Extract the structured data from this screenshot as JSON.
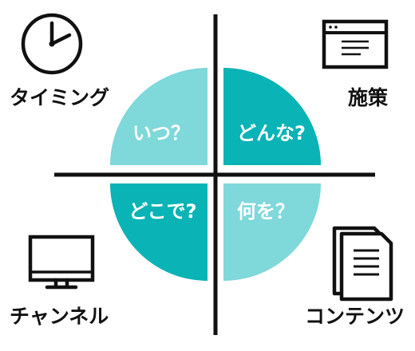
{
  "colors": {
    "light_teal": "#7fd8da",
    "dark_teal": "#0ab3b5",
    "ink": "#111111",
    "quadrant_text": "#ffffff"
  },
  "quadrants": {
    "top_left": {
      "label": "いつ？",
      "fill": "light"
    },
    "top_right": {
      "label": "どんな?",
      "fill": "dark"
    },
    "bottom_left": {
      "label": "どこで?",
      "fill": "dark"
    },
    "bottom_right": {
      "label": "何を？",
      "fill": "light"
    }
  },
  "corners": {
    "top_left": {
      "label": "タイミング",
      "icon": "clock-icon"
    },
    "top_right": {
      "label": "施策",
      "icon": "browser-window-icon"
    },
    "bottom_left": {
      "label": "チャンネル",
      "icon": "monitor-icon"
    },
    "bottom_right": {
      "label": "コンテンツ",
      "icon": "documents-icon"
    }
  }
}
